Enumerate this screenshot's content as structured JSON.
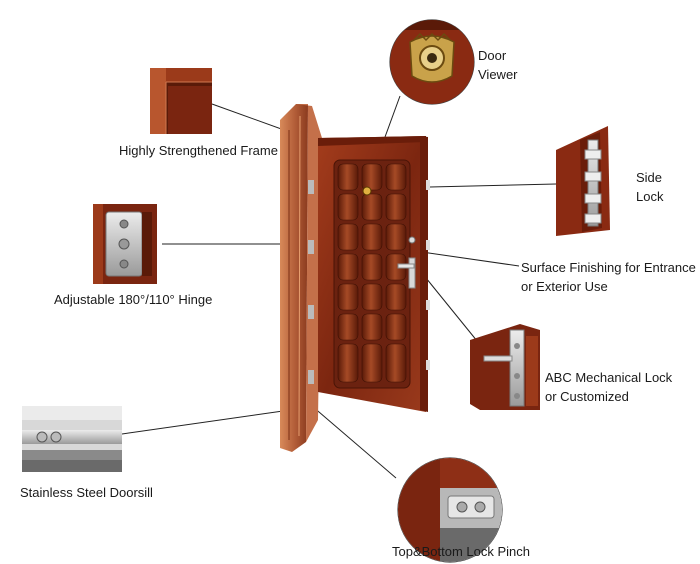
{
  "labels": {
    "door_viewer": [
      "Door",
      "Viewer"
    ],
    "frame": "Highly Strengthened Frame",
    "side_lock": [
      "Side",
      "Lock"
    ],
    "hinge": "Adjustable 180°/110° Hinge",
    "surface": [
      "Surface Finishing for Entrance",
      "or Exterior Use"
    ],
    "mech_lock": [
      "ABC Mechanical Lock",
      "or Customized"
    ],
    "doorsill": "Stainless Steel Doorsill",
    "lock_pinch": "Top&Bottom Lock Pinch"
  },
  "colors": {
    "door_wood": "#8e2f16",
    "door_dark": "#5a1a08",
    "frame_wood": "#b5603a",
    "steel": "#c8c8c8",
    "line": "#222222"
  },
  "icons": [
    "door-viewer-icon",
    "hinge-icon",
    "side-lock-icon",
    "mech-lock-icon",
    "doorsill-icon",
    "lock-pinch-icon",
    "frame-corner-icon"
  ]
}
